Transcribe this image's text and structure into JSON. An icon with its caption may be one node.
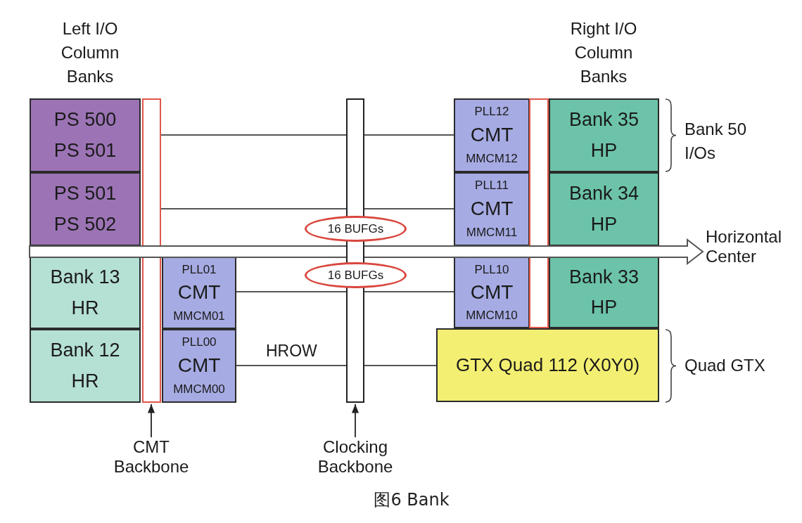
{
  "diagram": {
    "caption": "图6 Bank",
    "nodes": [
      {
        "text": [
          "PS 500",
          "PS 501"
        ]
      },
      {
        "text": [
          "PS 501",
          "PS 502"
        ]
      },
      {
        "text": [
          "Bank 13",
          "HR"
        ]
      },
      {
        "text": [
          "Bank 12",
          "HR"
        ]
      },
      {
        "text": [],
        "shape": "bar"
      },
      {
        "text": [
          "PLL01",
          "CMT",
          "MMCM01"
        ]
      },
      {
        "text": [
          "PLL00",
          "CMT",
          "MMCM00"
        ]
      },
      {
        "text": [],
        "shape": "bar"
      },
      {
        "text": [
          "16 BUFGs"
        ]
      },
      {
        "text": [
          "16 BUFGs"
        ]
      },
      {
        "text": [
          "PLL12",
          "CMT",
          "MMCM12"
        ]
      },
      {
        "text": [
          "PLL11",
          "CMT",
          "MMCM11"
        ]
      },
      {
        "text": [
          "PLL10",
          "CMT",
          "MMCM10"
        ]
      },
      {
        "text": [],
        "shape": "bar"
      },
      {
        "text": [
          "Bank 35",
          "HP"
        ]
      },
      {
        "text": [
          "Bank 34",
          "HP"
        ]
      },
      {
        "text": [
          "Bank 33",
          "HP"
        ]
      },
      {
        "text": [
          "GTX Quad 112 (X0Y0)"
        ]
      },
      {
        "text": [
          "CMT Backbone"
        ]
      },
      {
        "text": [
          "Clocking Backbone"
        ]
      },
      {
        "text": [
          "Horizontal Center"
        ]
      }
    ],
    "edges": [
      {
        "from": 4,
        "to": 7,
        "arrow": "none"
      },
      {
        "from": 7,
        "to": 10,
        "arrow": "none"
      },
      {
        "from": 4,
        "to": 7,
        "arrow": "none"
      },
      {
        "from": 7,
        "to": 11,
        "arrow": "none"
      },
      {
        "from": 5,
        "to": 7,
        "arrow": "none"
      },
      {
        "from": 7,
        "to": 12,
        "arrow": "none"
      },
      {
        "from": 6,
        "to": 7,
        "arrow": "none",
        "label": "HROW"
      },
      {
        "from": 7,
        "to": 17,
        "arrow": "none"
      },
      {
        "from": 18,
        "to": 4,
        "arrow": "to"
      },
      {
        "from": 19,
        "to": 7,
        "arrow": "to"
      },
      {
        "from": null,
        "to": 20,
        "arrow": "to"
      }
    ],
    "labels": [
      "Left I/O Column Banks",
      "Right I/O Column Banks",
      "Bank 50 I/Os",
      "Quad GTX"
    ]
  }
}
